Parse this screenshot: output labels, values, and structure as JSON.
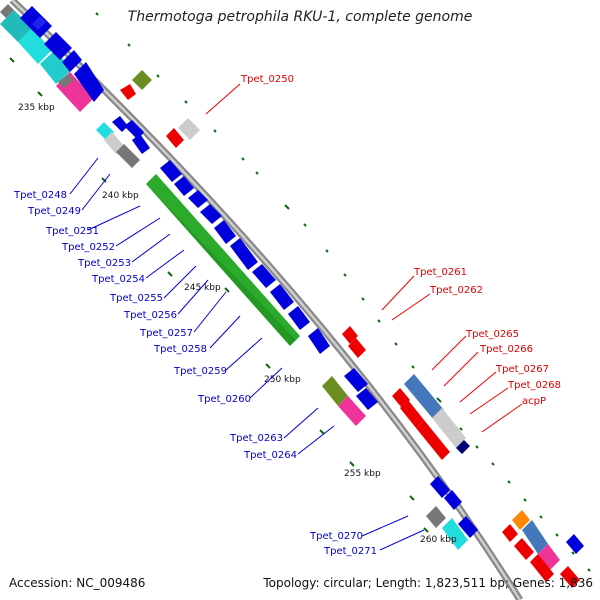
{
  "title": "Thermotoga petrophila RKU-1, complete genome",
  "footer": {
    "accession": "Accession: NC_009486",
    "summary": "Topology: circular; Length: 1,823,511 bp; Genes: 1,836"
  },
  "colors": {
    "blue": "#0000dd",
    "red": "#ee0000",
    "green": "#229922",
    "olive": "#6b8e23",
    "cyan": "#22dddd",
    "magenta": "#ee3399",
    "gray": "#777777",
    "lightgray": "#cccccc",
    "steelblue": "#4477bb",
    "orange": "#ff8800",
    "navy": "#000077",
    "tick": "#116611",
    "axis": "#888888"
  },
  "scale_labels": [
    "235 kbp",
    "240 kbp",
    "245 kbp",
    "250 kbp",
    "255 kbp",
    "260 kbp"
  ],
  "gene_labels_blue": [
    "Tpet_0248",
    "Tpet_0249",
    "Tpet_0251",
    "Tpet_0252",
    "Tpet_0253",
    "Tpet_0254",
    "Tpet_0255",
    "Tpet_0256",
    "Tpet_0257",
    "Tpet_0258",
    "Tpet_0259",
    "Tpet_0260",
    "Tpet_0263",
    "Tpet_0264",
    "Tpet_0270",
    "Tpet_0271"
  ],
  "gene_labels_red": [
    "Tpet_0250",
    "Tpet_0261",
    "Tpet_0262",
    "Tpet_0265",
    "Tpet_0266",
    "Tpet_0267",
    "Tpet_0268",
    "acpP"
  ]
}
